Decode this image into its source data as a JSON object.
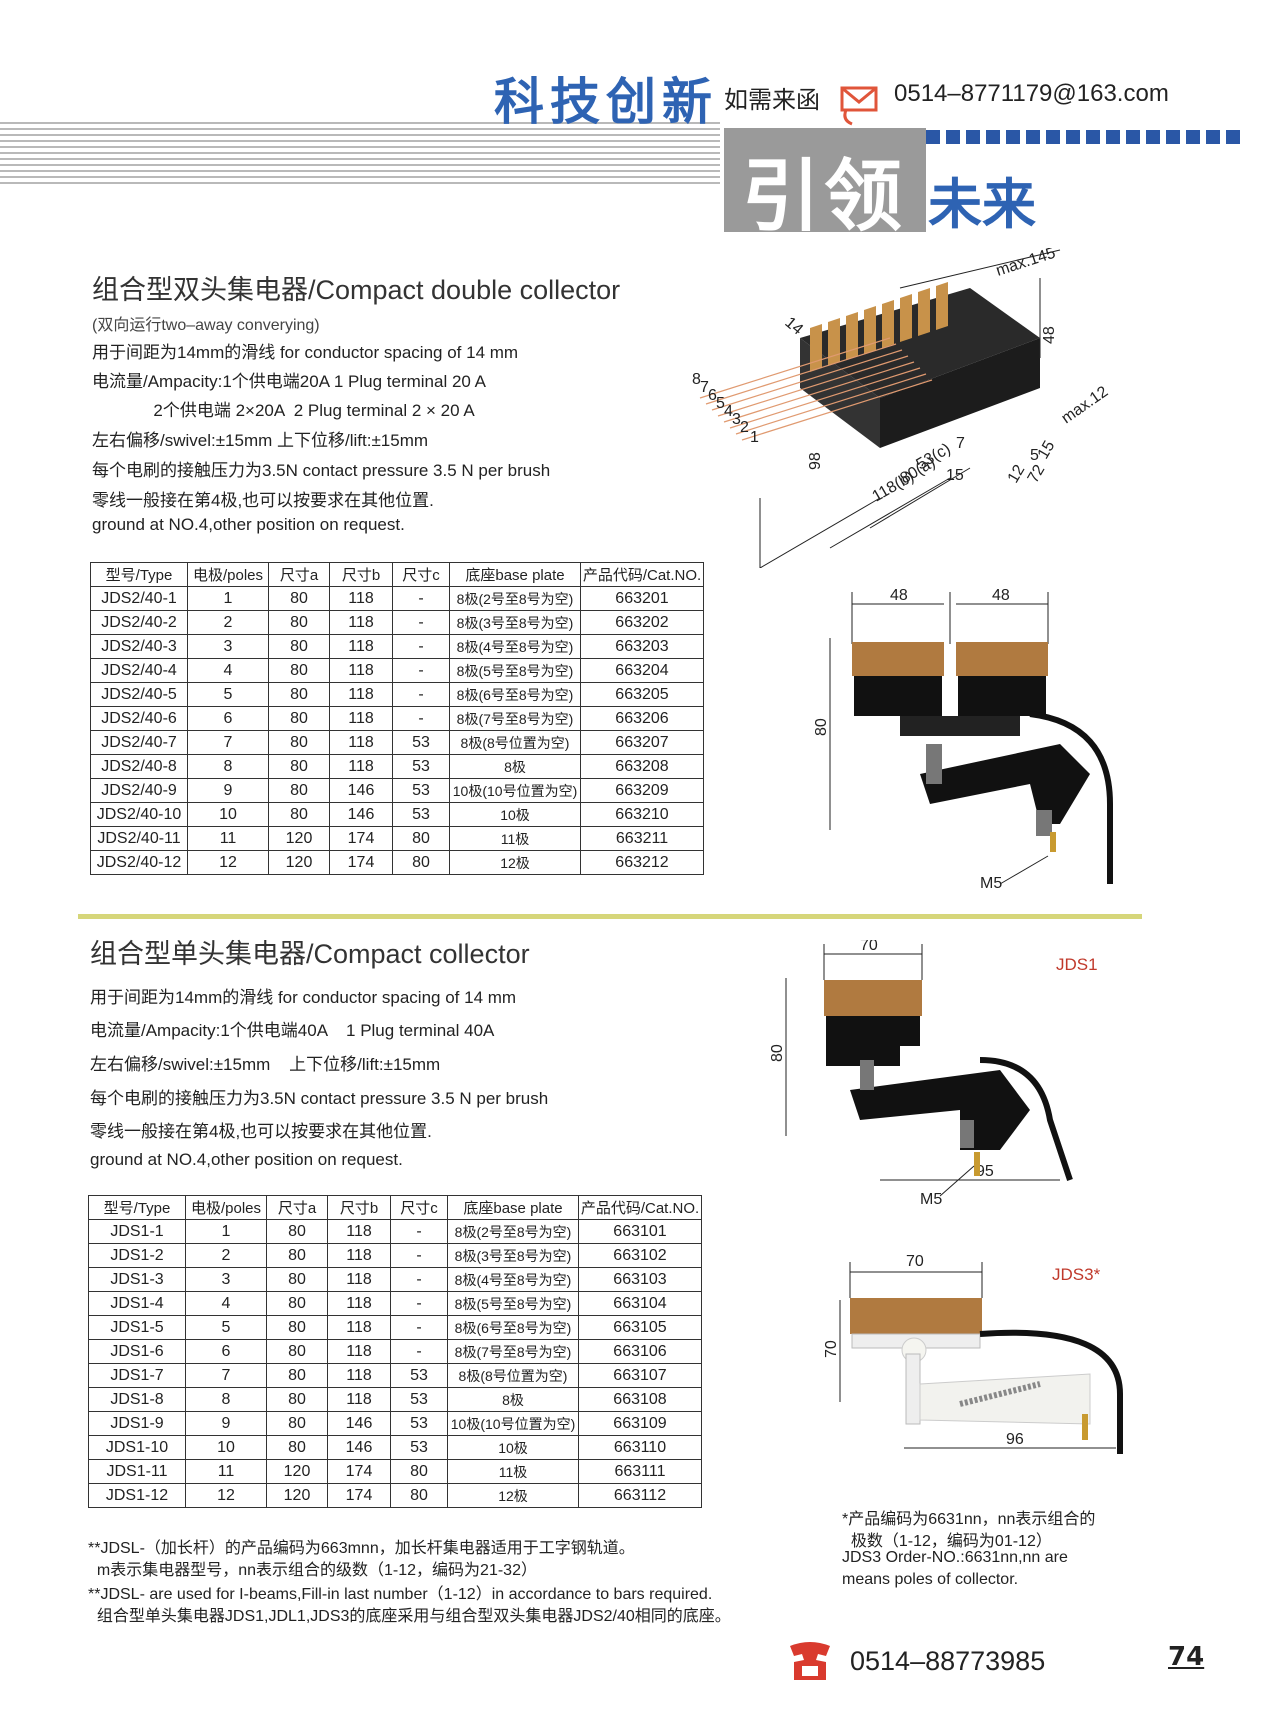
{
  "header": {
    "slogan_main": "科技创新",
    "invite": "如需来函",
    "email": "0514–8771179@163.com",
    "slogan_sub_grey": "引领",
    "slogan_sub_blue": "未来",
    "accent_color": "#2e63b3"
  },
  "double": {
    "title": "组合型双头集电器/Compact double collector",
    "lines": [
      "(双向运行two–away converying)",
      "用于间距为14mm的滑线 for conductor spacing of 14 mm",
      "电流量/Ampacity:1个供电端20A    1 Plug terminal 20 A",
      "             2个供电端 2×20A  2 Plug terminal 2 × 20 A",
      "左右偏移/swivel:±15mm    上下位移/lift:±15mm",
      "每个电刷的接触压力为3.5N contact pressure 3.5 N per brush",
      "零线一般接在第4极,也可以按要求在其他位置.",
      "ground at NO.4,other position on request."
    ],
    "headers": [
      "型号/Type",
      "电极/poles",
      "尺寸a",
      "尺寸b",
      "尺寸c",
      "底座base plate",
      "产品代码/Cat.NO."
    ],
    "rows": [
      [
        "JDS2/40-1",
        "1",
        "80",
        "118",
        "-",
        "8极(2号至8号为空)",
        "663201"
      ],
      [
        "JDS2/40-2",
        "2",
        "80",
        "118",
        "-",
        "8极(3号至8号为空)",
        "663202"
      ],
      [
        "JDS2/40-3",
        "3",
        "80",
        "118",
        "-",
        "8极(4号至8号为空)",
        "663203"
      ],
      [
        "JDS2/40-4",
        "4",
        "80",
        "118",
        "-",
        "8极(5号至8号为空)",
        "663204"
      ],
      [
        "JDS2/40-5",
        "5",
        "80",
        "118",
        "-",
        "8极(6号至8号为空)",
        "663205"
      ],
      [
        "JDS2/40-6",
        "6",
        "80",
        "118",
        "-",
        "8极(7号至8号为空)",
        "663206"
      ],
      [
        "JDS2/40-7",
        "7",
        "80",
        "118",
        "53",
        "8极(8号位置为空)",
        "663207"
      ],
      [
        "JDS2/40-8",
        "8",
        "80",
        "118",
        "53",
        "8极",
        "663208"
      ],
      [
        "JDS2/40-9",
        "9",
        "80",
        "146",
        "53",
        "10极(10号位置为空)",
        "663209"
      ],
      [
        "JDS2/40-10",
        "10",
        "80",
        "146",
        "53",
        "10极",
        "663210"
      ],
      [
        "JDS2/40-11",
        "11",
        "120",
        "174",
        "80",
        "11极",
        "663211"
      ],
      [
        "JDS2/40-12",
        "12",
        "120",
        "174",
        "80",
        "12极",
        "663212"
      ]
    ],
    "iso_dims": {
      "max145": "max.145",
      "d14": "14",
      "d48": "48",
      "max12": "max.12",
      "d98": "98",
      "c53": "53(c)",
      "a80": "80(a)",
      "b118": "118(b)",
      "d15a": "15",
      "d7": "7",
      "d5": "5",
      "d15b": "15",
      "d72": "72",
      "d12": "12"
    },
    "pole_numbers": [
      "8",
      "7",
      "6",
      "5",
      "4",
      "3",
      "2",
      "1"
    ],
    "side_dims": {
      "w1": "48",
      "w2": "48",
      "h": "80",
      "bolt": "M5"
    }
  },
  "single": {
    "title": "组合型单头集电器/Compact  collector",
    "lines": [
      "用于间距为14mm的滑线 for conductor spacing of 14 mm",
      "电流量/Ampacity:1个供电端40A    1 Plug terminal 40A",
      "左右偏移/swivel:±15mm    上下位移/lift:±15mm",
      "每个电刷的接触压力为3.5N contact pressure 3.5 N per brush",
      "零线一般接在第4极,也可以按要求在其他位置.",
      "ground at NO.4,other position on request."
    ],
    "headers": [
      "型号/Type",
      "电极/poles",
      "尺寸a",
      "尺寸b",
      "尺寸c",
      "底座base plate",
      "产品代码/Cat.NO."
    ],
    "rows": [
      [
        "JDS1-1",
        "1",
        "80",
        "118",
        "-",
        "8极(2号至8号为空)",
        "663101"
      ],
      [
        "JDS1-2",
        "2",
        "80",
        "118",
        "-",
        "8极(3号至8号为空)",
        "663102"
      ],
      [
        "JDS1-3",
        "3",
        "80",
        "118",
        "-",
        "8极(4号至8号为空)",
        "663103"
      ],
      [
        "JDS1-4",
        "4",
        "80",
        "118",
        "-",
        "8极(5号至8号为空)",
        "663104"
      ],
      [
        "JDS1-5",
        "5",
        "80",
        "118",
        "-",
        "8极(6号至8号为空)",
        "663105"
      ],
      [
        "JDS1-6",
        "6",
        "80",
        "118",
        "-",
        "8极(7号至8号为空)",
        "663106"
      ],
      [
        "JDS1-7",
        "7",
        "80",
        "118",
        "53",
        "8极(8号位置为空)",
        "663107"
      ],
      [
        "JDS1-8",
        "8",
        "80",
        "118",
        "53",
        "8极",
        "663108"
      ],
      [
        "JDS1-9",
        "9",
        "80",
        "146",
        "53",
        "10极(10号位置为空)",
        "663109"
      ],
      [
        "JDS1-10",
        "10",
        "80",
        "146",
        "53",
        "10极",
        "663110"
      ],
      [
        "JDS1-11",
        "11",
        "120",
        "174",
        "80",
        "11极",
        "663111"
      ],
      [
        "JDS1-12",
        "12",
        "120",
        "174",
        "80",
        "12极",
        "663112"
      ]
    ],
    "jds1": {
      "label": "JDS1",
      "w": "70",
      "h": "80",
      "base": "95",
      "bolt": "M5"
    },
    "jds3": {
      "label": "JDS3*",
      "w": "70",
      "h": "70",
      "base": "96"
    }
  },
  "footnotes": [
    "**JDSL-（加长杆）的产品编码为663mnn，加长杆集电器适用于工字钢轨道。",
    "  m表示集电器型号，nn表示组合的级数（1-12，编码为21-32）",
    "**JDSL- are used for I-beams,Fill-in last number（1-12）in accordance to bars required.",
    "  组合型单头集电器JDS1,JDL1,JDS3的底座采用与组合型双头集电器JDS2/40相同的底座。"
  ],
  "jds3_notes": [
    "*产品编码为6631nn，nn表示组合的",
    "  极数（1-12，编码为01-12）",
    "JDS3 Order-NO.:6631nn,nn are",
    "means poles of collector."
  ],
  "footer": {
    "phone": "0514–88773985",
    "page_number": "74"
  }
}
